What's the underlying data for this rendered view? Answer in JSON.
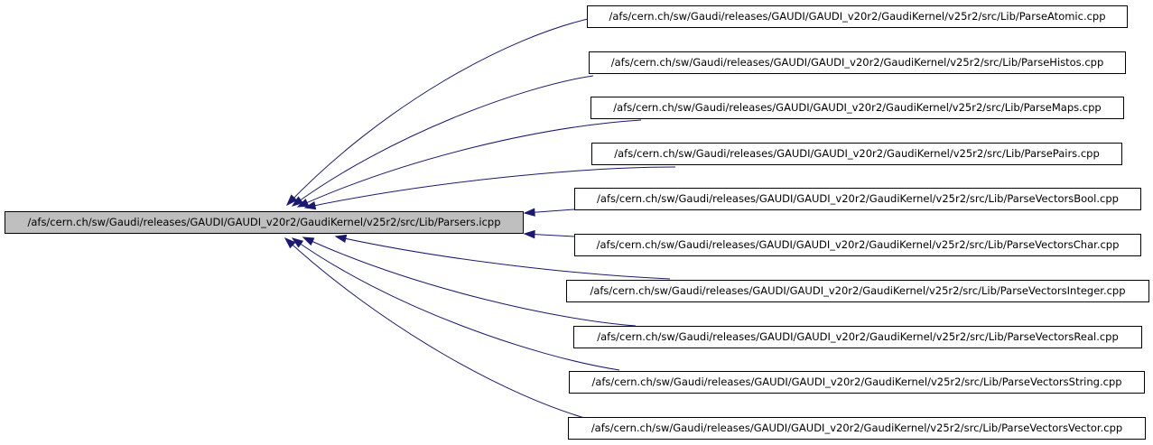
{
  "graph": {
    "root": {
      "label": "/afs/cern.ch/sw/Gaudi/releases/GAUDI/GAUDI_v20r2/GaudiKernel/v25r2/src/Lib/Parsers.icpp"
    },
    "includers": [
      {
        "label": "/afs/cern.ch/sw/Gaudi/releases/GAUDI/GAUDI_v20r2/GaudiKernel/v25r2/src/Lib/ParseAtomic.cpp"
      },
      {
        "label": "/afs/cern.ch/sw/Gaudi/releases/GAUDI/GAUDI_v20r2/GaudiKernel/v25r2/src/Lib/ParseHistos.cpp"
      },
      {
        "label": "/afs/cern.ch/sw/Gaudi/releases/GAUDI/GAUDI_v20r2/GaudiKernel/v25r2/src/Lib/ParseMaps.cpp"
      },
      {
        "label": "/afs/cern.ch/sw/Gaudi/releases/GAUDI/GAUDI_v20r2/GaudiKernel/v25r2/src/Lib/ParsePairs.cpp"
      },
      {
        "label": "/afs/cern.ch/sw/Gaudi/releases/GAUDI/GAUDI_v20r2/GaudiKernel/v25r2/src/Lib/ParseVectorsBool.cpp"
      },
      {
        "label": "/afs/cern.ch/sw/Gaudi/releases/GAUDI/GAUDI_v20r2/GaudiKernel/v25r2/src/Lib/ParseVectorsChar.cpp"
      },
      {
        "label": "/afs/cern.ch/sw/Gaudi/releases/GAUDI/GAUDI_v20r2/GaudiKernel/v25r2/src/Lib/ParseVectorsInteger.cpp"
      },
      {
        "label": "/afs/cern.ch/sw/Gaudi/releases/GAUDI/GAUDI_v20r2/GaudiKernel/v25r2/src/Lib/ParseVectorsReal.cpp"
      },
      {
        "label": "/afs/cern.ch/sw/Gaudi/releases/GAUDI/GAUDI_v20r2/GaudiKernel/v25r2/src/Lib/ParseVectorsString.cpp"
      },
      {
        "label": "/afs/cern.ch/sw/Gaudi/releases/GAUDI/GAUDI_v20r2/GaudiKernel/v25r2/src/Lib/ParseVectorsVector.cpp"
      }
    ],
    "colors": {
      "edge": "#191970",
      "root_fill": "#bfbfbf",
      "node_fill": "#ffffff",
      "border": "#000000"
    }
  }
}
